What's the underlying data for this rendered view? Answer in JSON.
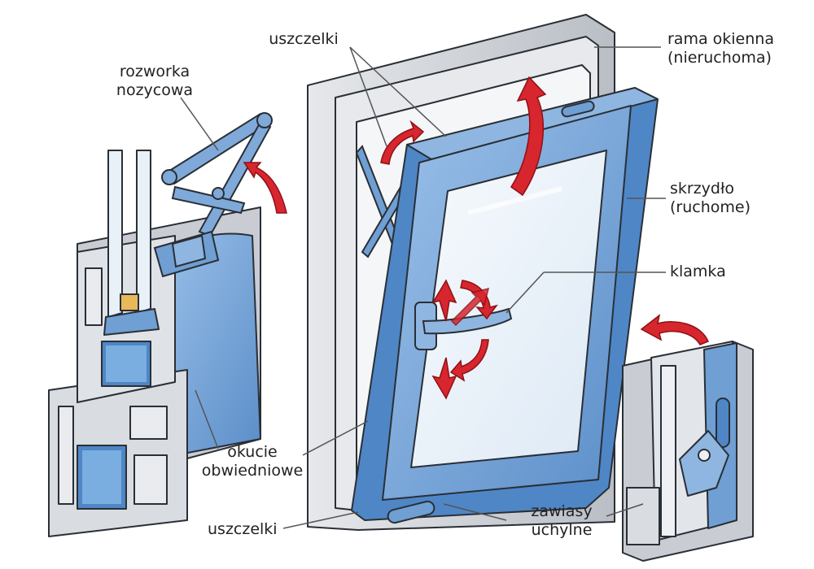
{
  "labels": {
    "rozworka": {
      "line1": "rozworka",
      "line2": "nozycowa"
    },
    "uszczelki_top": "uszczelki",
    "rama": {
      "line1": "rama okienna",
      "line2": "(nieruchoma)"
    },
    "skrzydlo": {
      "line1": "skrzydło",
      "line2": "(ruchome)"
    },
    "klamka": "klamka",
    "okucie": {
      "line1": "okucie",
      "line2": "obwiedniowe"
    },
    "uszczelki_bottom": "uszczelki",
    "zawiasy": {
      "line1": "zawiasy",
      "line2": "uchylne"
    }
  },
  "colors": {
    "sash_blue": "#6f9fd3",
    "frame_grey": "#cfd3d8",
    "glass": "#eef4fb",
    "arrow_red": "#d7262e",
    "outline": "#2a2f36"
  }
}
